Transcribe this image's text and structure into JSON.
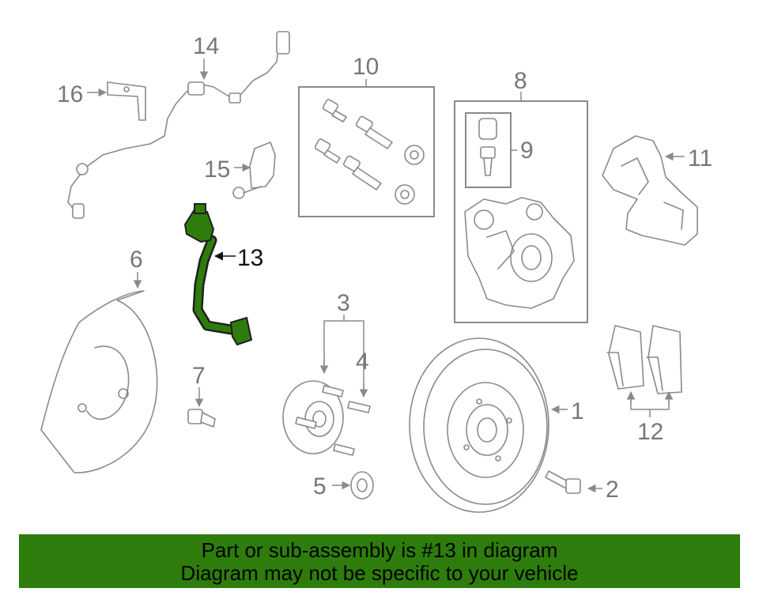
{
  "diagram": {
    "callouts": {
      "c1": "1",
      "c2": "2",
      "c3": "3",
      "c4": "4",
      "c5": "5",
      "c6": "6",
      "c7": "7",
      "c8": "8",
      "c9": "9",
      "c10": "10",
      "c11": "11",
      "c12": "12",
      "c13": "13",
      "c14": "14",
      "c15": "15",
      "c16": "16"
    },
    "highlight_part": "13",
    "colors": {
      "highlight": "#2e7d0c",
      "line_art": "#8a8a8a",
      "banner_bg": "#2e7d0c"
    }
  },
  "banner": {
    "line1": "Part or sub-assembly is #13 in diagram",
    "line2": "Diagram may not be specific to your vehicle"
  }
}
